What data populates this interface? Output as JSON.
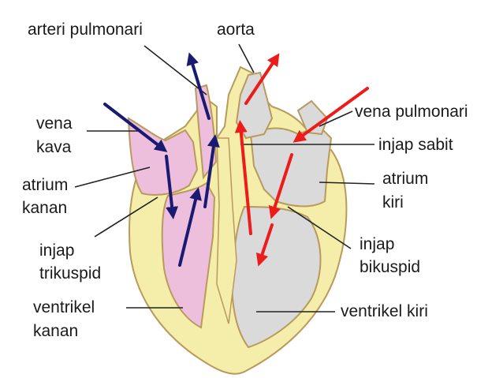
{
  "labels": {
    "arteri_pulmonari": "arteri pulmonari",
    "aorta": "aorta",
    "vena_kava_1": "vena",
    "vena_kava_2": "kava",
    "vena_pulmonari": "vena pulmonari",
    "injap_sabit": "injap sabit",
    "atrium_kanan_1": "atrium",
    "atrium_kanan_2": "kanan",
    "atrium_kiri_1": "atrium",
    "atrium_kiri_2": "kiri",
    "injap_trikuspid_1": "injap",
    "injap_trikuspid_2": "trikuspid",
    "injap_bikuspid_1": "injap",
    "injap_bikuspid_2": "bikuspid",
    "ventrikel_kanan_1": "ventrikel",
    "ventrikel_kanan_2": "kanan",
    "ventrikel_kiri": "ventrikel kiri"
  },
  "colors": {
    "heart_wall": "#f4eeaa",
    "wall_outline": "#b89a5c",
    "right_side": "#eebedd",
    "left_side": "#dadada",
    "deoxygenated_arrow": "#1a1a70",
    "oxygenated_arrow": "#ee1b1b",
    "leader_line": "#222222"
  }
}
